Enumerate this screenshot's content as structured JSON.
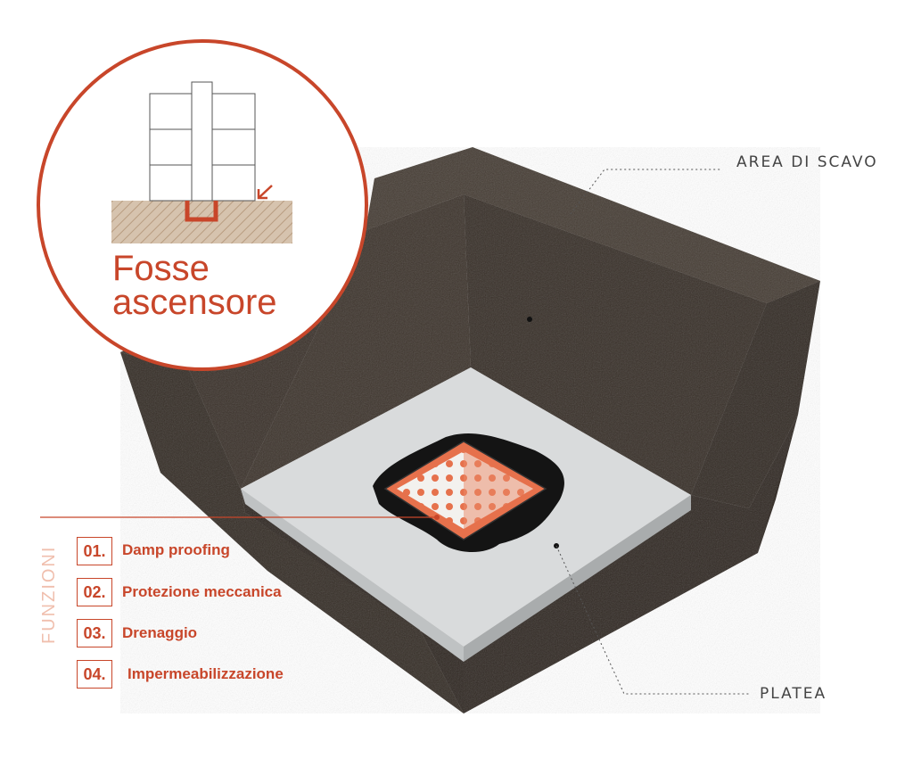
{
  "labels": {
    "area_di_scavo": "AREA DI SCAVO",
    "platea": "PLATEA"
  },
  "callout": {
    "title_line1": "Fosse",
    "title_line2": "ascensore"
  },
  "funzioni": {
    "title": "FUNZIONI",
    "items": [
      {
        "number": "01.",
        "text": "Damp proofing"
      },
      {
        "number": "02.",
        "text": "Protezione meccanica"
      },
      {
        "number": "03.",
        "text": "Drenaggio"
      },
      {
        "number": "04.",
        "text": "Impermeabilizzazione"
      }
    ]
  },
  "colors": {
    "accent": "#c8462a",
    "earth": "#3e342b",
    "slab": "#d8dadb",
    "membrane": "#e6714c"
  }
}
